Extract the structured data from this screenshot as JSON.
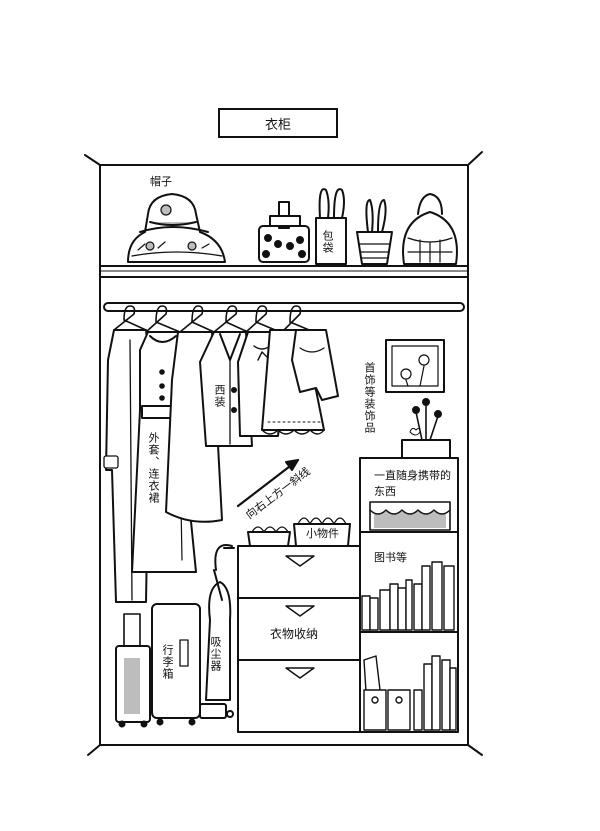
{
  "title": "衣柜",
  "labels": {
    "hat": "帽子",
    "bag": "包袋",
    "suit": "西装",
    "coat": "外套、连衣裙",
    "accessories": "首饰等装饰品",
    "carry_items": "一直随身携带的东西",
    "small_items": "小物件",
    "diagonal_note": "向右上方一斜线",
    "books": "图书等",
    "storage": "衣物收纳",
    "suitcase": "行李箱",
    "vacuum": "吸尘器"
  },
  "colors": {
    "ink": "#111111",
    "shade": "#bdbdbd"
  }
}
